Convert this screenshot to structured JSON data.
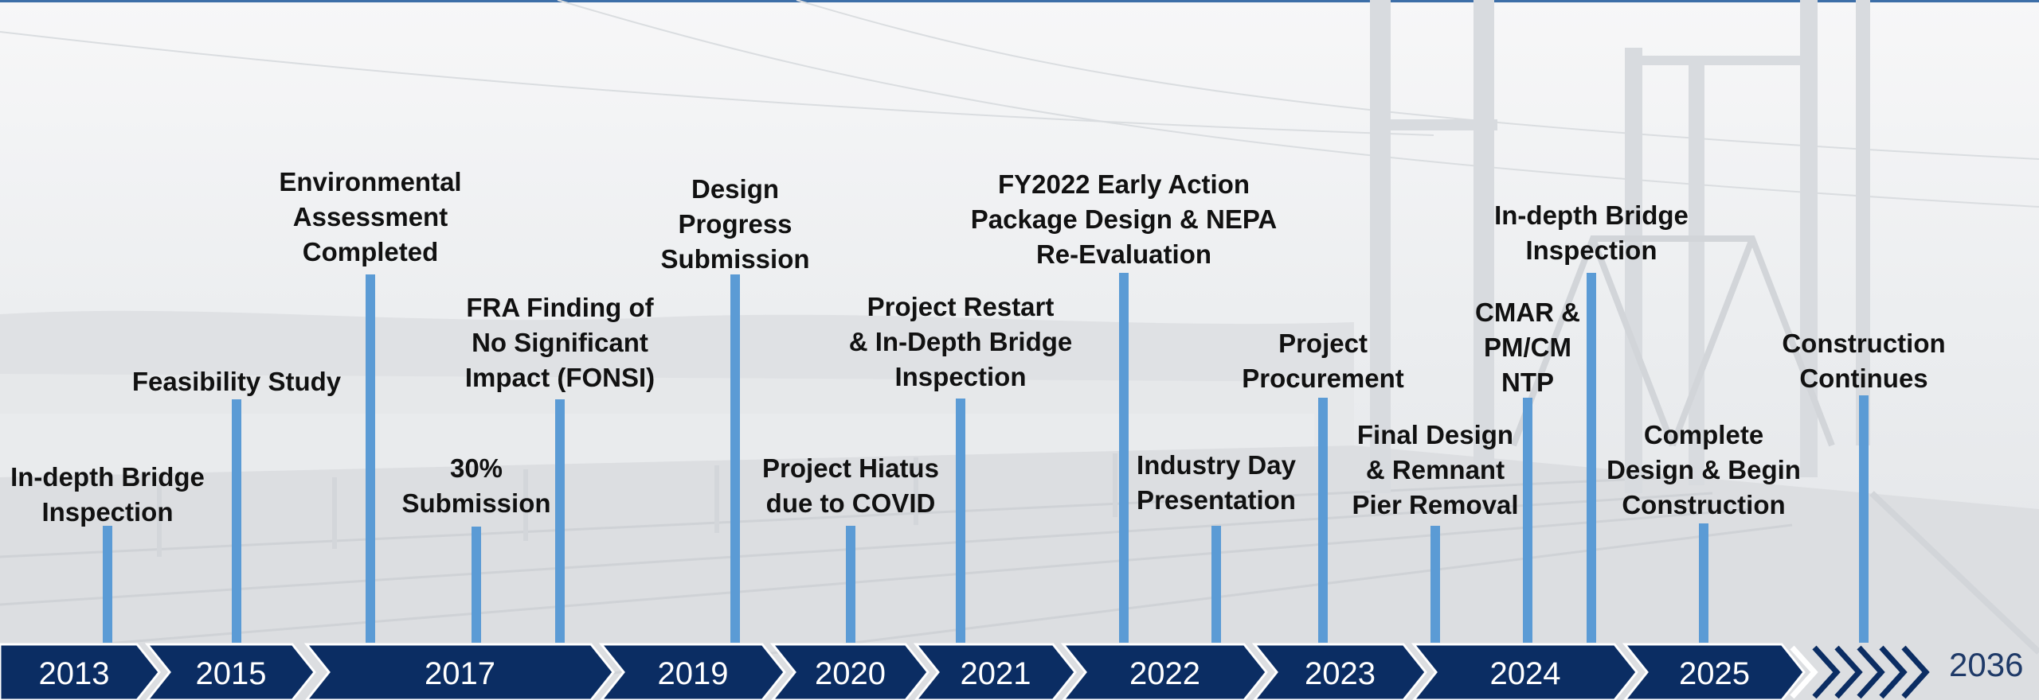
{
  "timeline": {
    "years": [
      "2013",
      "2015",
      "2017",
      "2019",
      "2020",
      "2021",
      "2022",
      "2023",
      "2024",
      "2025"
    ],
    "end_year": "2036",
    "events": [
      {
        "text": "In-depth Bridge\nInspection"
      },
      {
        "text": "Feasibility Study"
      },
      {
        "text": "Environmental\nAssessment\nCompleted"
      },
      {
        "text": "30%\nSubmission"
      },
      {
        "text": "FRA Finding of\nNo Significant\nImpact (FONSI)"
      },
      {
        "text": "Design\nProgress\nSubmission"
      },
      {
        "text": "Project Hiatus\ndue to COVID"
      },
      {
        "text": "Project Restart\n& In-Depth Bridge\nInspection"
      },
      {
        "text": "FY2022 Early Action\nPackage Design & NEPA\nRe-Evaluation"
      },
      {
        "text": "Industry Day\nPresentation"
      },
      {
        "text": "Project\nProcurement"
      },
      {
        "text": "Final Design\n& Remnant\nPier Removal"
      },
      {
        "text": "CMAR &\nPM/CM\nNTP"
      },
      {
        "text": "In-depth Bridge\nInspection"
      },
      {
        "text": "Complete\nDesign & Begin\nConstruction"
      },
      {
        "text": "Construction\nContinues"
      }
    ]
  },
  "colors": {
    "chevron": "#0b2d63",
    "stem": "#5b9bd5",
    "accent": "#1f3a68"
  }
}
